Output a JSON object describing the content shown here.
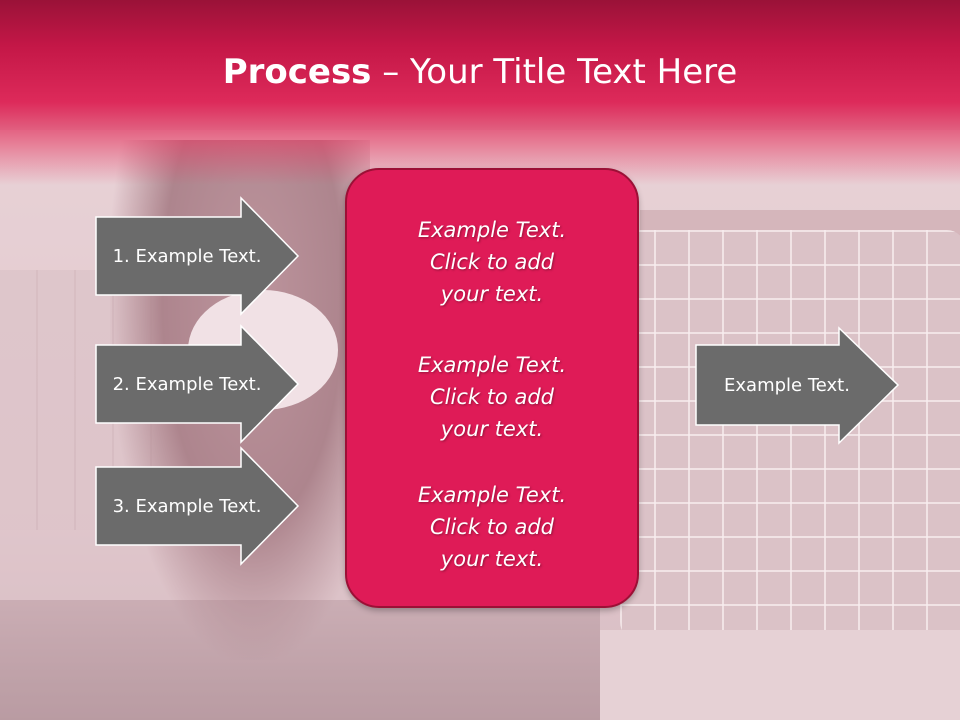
{
  "slide": {
    "title_bold": "Process",
    "title_rest": " – Your Title Text Here"
  },
  "left_arrows": [
    {
      "label": "1. Example Text."
    },
    {
      "label": "2. Example Text."
    },
    {
      "label": "3. Example Text."
    }
  ],
  "center_box": {
    "paragraphs": [
      {
        "line1": "Example Text.",
        "line2": "Click  to add",
        "line3": "your text."
      },
      {
        "line1": "Example Text.",
        "line2": "Click  to add",
        "line3": "your text."
      },
      {
        "line1": "Example Text.",
        "line2": "Click  to add",
        "line3": "your text."
      }
    ]
  },
  "right_arrow": {
    "label": "Example Text."
  },
  "colors": {
    "header": "#c41747",
    "center_box_fill": "#df1b57",
    "arrow_fill": "#6b6b6b",
    "text": "#ffffff"
  }
}
